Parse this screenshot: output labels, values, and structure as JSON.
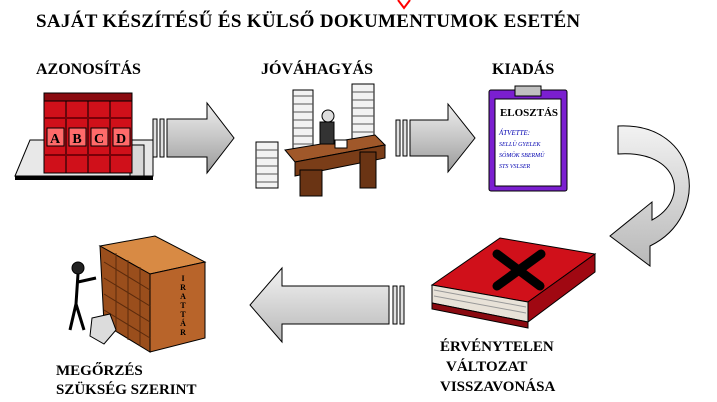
{
  "title": "SAJÁT KÉSZÍTÉSŰ ÉS KÜLSŐ DOKUMENTUMOK ESETÉN",
  "stages": {
    "identification": {
      "label": "AZONOSÍTÁS",
      "binder_letters": [
        "A",
        "B",
        "C",
        "D"
      ]
    },
    "approval": {
      "label": "JÓVÁHAGYÁS"
    },
    "issue": {
      "label": "KIADÁS",
      "clipboard_heading": "ELOSZTÁS",
      "clipboard_lines": [
        "ÁTVETTE:",
        "SELLÜ GYELEK",
        "SÖMÖK SBERMÜ",
        "STS VSLSER"
      ]
    },
    "withdrawal": {
      "lines": [
        "ÉRVÉNYTELEN",
        "VÁLTOZAT",
        "VISSZAVONÁSA"
      ]
    },
    "retention": {
      "lines": [
        "MEGŐRZÉS",
        "SZÜKSÉG SZERINT"
      ],
      "cabinet_label": "IRATTÁR"
    }
  },
  "colors": {
    "binder": "#d0101a",
    "book": "#d0101a",
    "clipboard": "#7b1fd0",
    "cabinet": "#b8642a",
    "arrow": "#c4c4c4",
    "accent_red": "#ff0000"
  }
}
